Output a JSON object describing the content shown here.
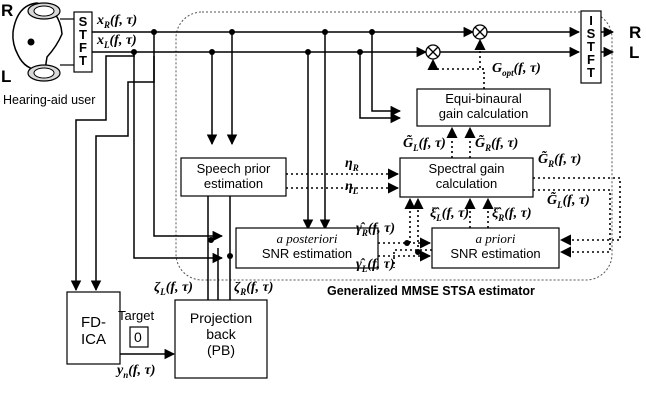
{
  "head": {
    "right_label": "R",
    "left_label": "L",
    "caption": "Hearing-aid user"
  },
  "stft": {
    "chars": [
      "S",
      "T",
      "F",
      "T"
    ]
  },
  "istft": {
    "chars": [
      "I",
      "S",
      "T",
      "F",
      "T"
    ]
  },
  "signals": {
    "xR": "x",
    "xR_sub": "R",
    "xR_args": "(f, τ)",
    "xL": "x",
    "xL_sub": "L",
    "xL_args": "(f, τ)",
    "out_R": "R",
    "out_L": "L",
    "gopt": "G",
    "gopt_sub": "opt",
    "gopt_args": "(f, τ)",
    "eta_R": "η",
    "eta_R_sub": "R",
    "eta_L": "η",
    "eta_L_sub": "L",
    "gL_tilde": "G̃",
    "gL_tilde_sub": "L",
    "gL_tilde_args": "(f, τ)",
    "gR_tilde": "G̃",
    "gR_tilde_sub": "R",
    "gR_tilde_args": "(f, τ)",
    "gR_tilde2": "G̃",
    "gR_tilde2_sub": "R",
    "gR_tilde2_args": "(f, τ)",
    "gL_tilde2": "G̃",
    "gL_tilde2_sub": "L",
    "gL_tilde2_args": "(f, τ)",
    "xiL": "ξ̂",
    "xiL_sub": "L",
    "xiL_args": "(f, τ)",
    "xiR": "ξ̂",
    "xiR_sub": "R",
    "xiR_args": "(f, τ)",
    "gammaR": "γ̂",
    "gammaR_sub": "R",
    "gammaR_args": "(f, τ)",
    "gammaL": "γ̂",
    "gammaL_sub": "L",
    "gammaL_args": "(f, τ)",
    "zetaL": "ζ",
    "zetaL_sub": "L",
    "zetaL_args": "(f, τ)",
    "zetaR": "ζ",
    "zetaR_sub": "R",
    "zetaR_args": "(f, τ)",
    "yn": "y",
    "yn_sub": "n",
    "yn_args": "(f, τ)"
  },
  "blocks": {
    "equi_line1": "Equi-binaural",
    "equi_line2": "gain calculation",
    "spectral_line1": "Spectral gain",
    "spectral_line2": "calculation",
    "speech_line1": "Speech prior",
    "speech_line2": "estimation",
    "apost_line1": "a posteriori",
    "apost_line2": "SNR estimation",
    "aprio_line1": "a priori",
    "aprio_line2": "SNR estimation",
    "fdica_line1": "FD-",
    "fdica_line2": "ICA",
    "target_label": "Target",
    "target_value": "0",
    "pb_line1": "Projection",
    "pb_line2": "back",
    "pb_line3": "(PB)",
    "generalized_caption": "Generalized MMSE STSA estimator"
  }
}
